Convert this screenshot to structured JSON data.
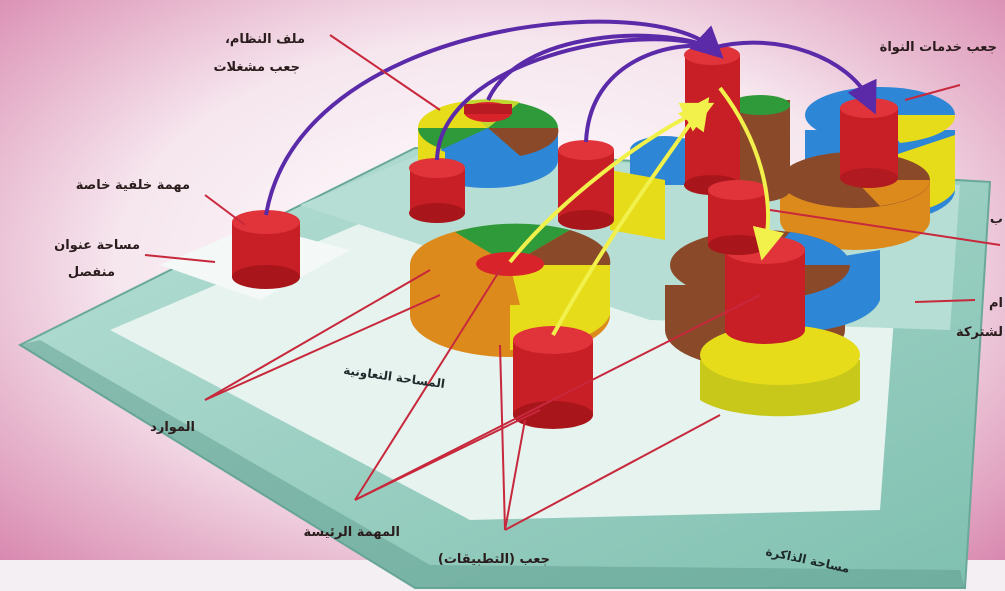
{
  "labels": {
    "system_file": "ملف النظام،",
    "driver_container": "جعب مشغلات",
    "kernel_services": "جعب خدمات النواة",
    "private_background_task": "مهمة خلفية خاصة",
    "separate_address_space_1": "مساحة عنوان",
    "separate_address_space_2": "منفصل",
    "shared_partial": "ام",
    "shared_partial_2": "لشتركة",
    "partial_b": "ب",
    "collaborative_space": "المساحة التعاونية",
    "resources": "الموارد",
    "main_task": "المهمة الرئيسة",
    "applications_container": "جعب (التطبيقات)",
    "memory_space": "مساحة الذاكرة"
  },
  "colors": {
    "background_pink": "#e9b7cf",
    "plate_teal": "#a9d3c8",
    "cylinder_red": "#d8232a",
    "segment_blue": "#2e86d6",
    "segment_yellow": "#e6dc1a",
    "segment_green": "#2f9a3a",
    "segment_brown": "#8a4a2a",
    "segment_orange": "#dd8a1c",
    "arrow_purple": "#5a2aa8",
    "arrow_yellow": "#f2f04a",
    "leader_red": "#c8283c"
  }
}
